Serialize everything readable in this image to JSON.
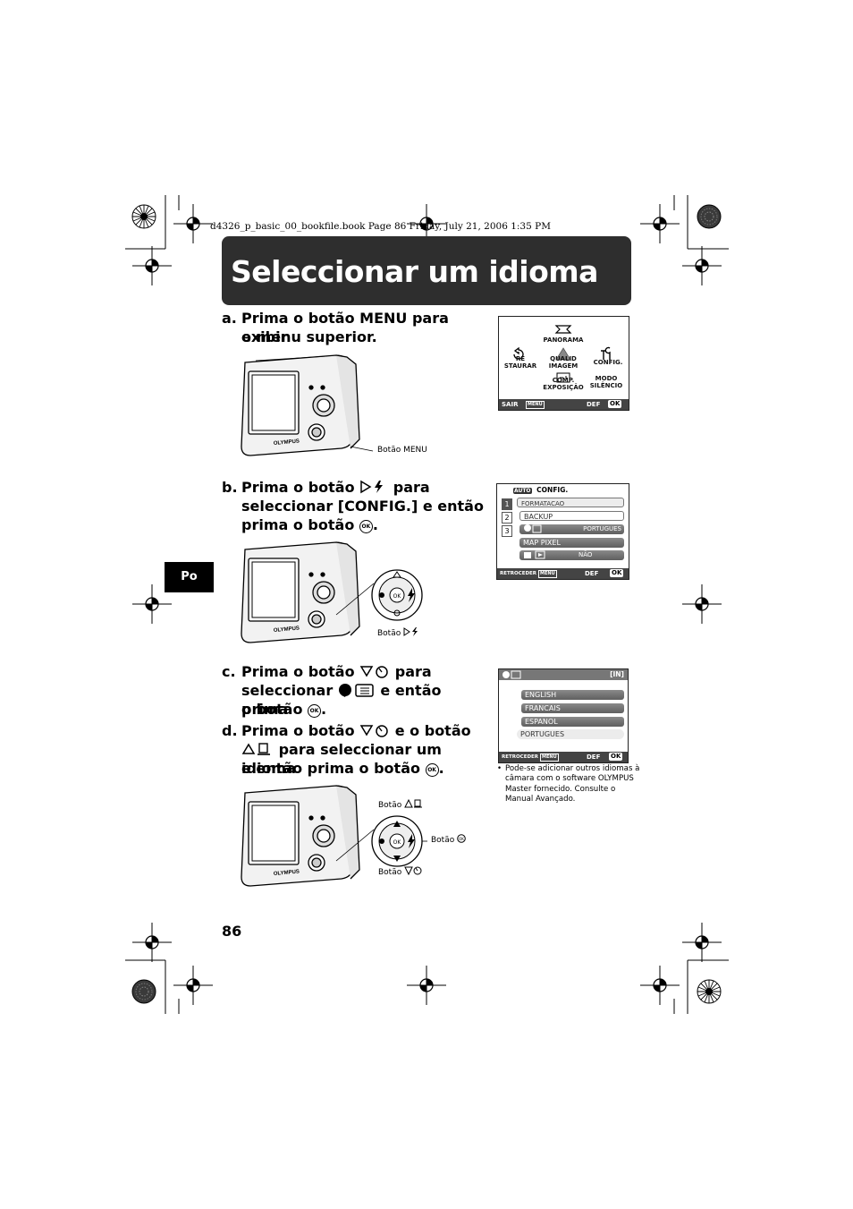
{
  "header_line": "d4326_p_basic_00_bookfile.book  Page 86  Friday, July 21, 2006  1:35 PM",
  "title": "Seleccionar um idioma",
  "language_tab": "Po",
  "page_number": "86",
  "steps": {
    "a": {
      "letter": "a.",
      "line1": "Prima o botão MENU para exibir",
      "line2": "o menu superior."
    },
    "b": {
      "letter": "b.",
      "line1_pre": "Prima o botão",
      "line1_post": "para",
      "line2": "seleccionar [CONFIG.] e então",
      "line3_pre": "prima o botão",
      "line3_post": "."
    },
    "c": {
      "letter": "c.",
      "line1_pre": "Prima o botão",
      "line1_post": "para",
      "line2_pre": "seleccionar",
      "line2_post": "e então prima",
      "line3_pre": "o botão",
      "line3_post": "."
    },
    "d": {
      "letter": "d.",
      "line1_pre": "Prima o botão",
      "line1_post": "e o botão",
      "line2_post": "para seleccionar um idioma",
      "line3_pre": "e então prima o botão",
      "line3_post": "."
    }
  },
  "captions": {
    "menu_button": "Botão MENU",
    "right_button": "Botão",
    "up_button": "Botão",
    "ok_button": "Botão",
    "down_button": "Botão"
  },
  "camera_brand": "OLYMPUS",
  "ok_icon": "OK",
  "screen_top_menu": {
    "items": [
      "PANORAMA",
      "QUALID IMAGEM",
      "CONFIG.",
      "RE STAURAR",
      "COMP. EXPOSIÇÃO",
      "MODO SILÊNCIO"
    ],
    "bar_left": "SAIR",
    "bar_menu": "MENU",
    "bar_def": "DEF",
    "bar_ok": "OK"
  },
  "screen_config": {
    "header_mode": "AUTO",
    "header_title": "CONFIG.",
    "tabs": [
      "1",
      "2",
      "3"
    ],
    "rows": [
      {
        "label": "FORMATACAO",
        "value": ""
      },
      {
        "label": "BACKUP",
        "value": ""
      },
      {
        "label": "",
        "value": "PORTUGUES"
      },
      {
        "label": "MAP PIXEL",
        "value": ""
      },
      {
        "label": "",
        "value": "NÃO"
      }
    ],
    "bar_left": "RETROCEDER",
    "bar_menu": "MENU",
    "bar_def": "DEF",
    "bar_ok": "OK"
  },
  "screen_language": {
    "header_right": "[IN]",
    "options": [
      "ENGLISH",
      "FRANCAIS",
      "ESPANOL",
      "PORTUGUES"
    ],
    "bar_left": "RETROCEDER",
    "bar_menu": "MENU",
    "bar_def": "DEF",
    "bar_ok": "OK"
  },
  "note": {
    "bullet": "•",
    "text": "Pode-se adicionar outros idiomas à câmara com o software OLYMPUS Master fornecido. Consulte o Manual Avançado."
  },
  "colors": {
    "title_bar": "#2e2e2e",
    "menu_item": "#6e6e6e",
    "tab": "#000000"
  }
}
